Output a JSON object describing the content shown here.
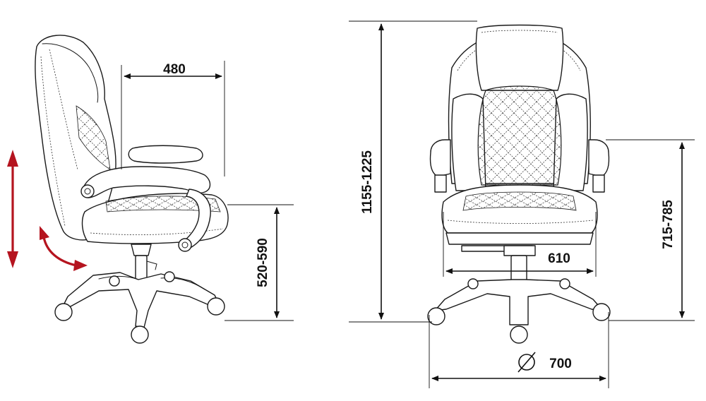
{
  "dimensions": {
    "seat_depth": "480",
    "seat_height": "520-590",
    "total_height": "1155-1225",
    "armrest_height": "715-785",
    "seat_width": "610",
    "base_diameter_symbol": "⌀",
    "base_diameter": "700"
  },
  "colors": {
    "line": "#1a1a1a",
    "adjust_arrow": "#b5141f",
    "background": "#ffffff"
  },
  "icons": {
    "height_adjust": "vertical-double-arrow-icon",
    "tilt_adjust": "curved-arrow-icon",
    "diameter": "diameter-symbol-icon"
  }
}
